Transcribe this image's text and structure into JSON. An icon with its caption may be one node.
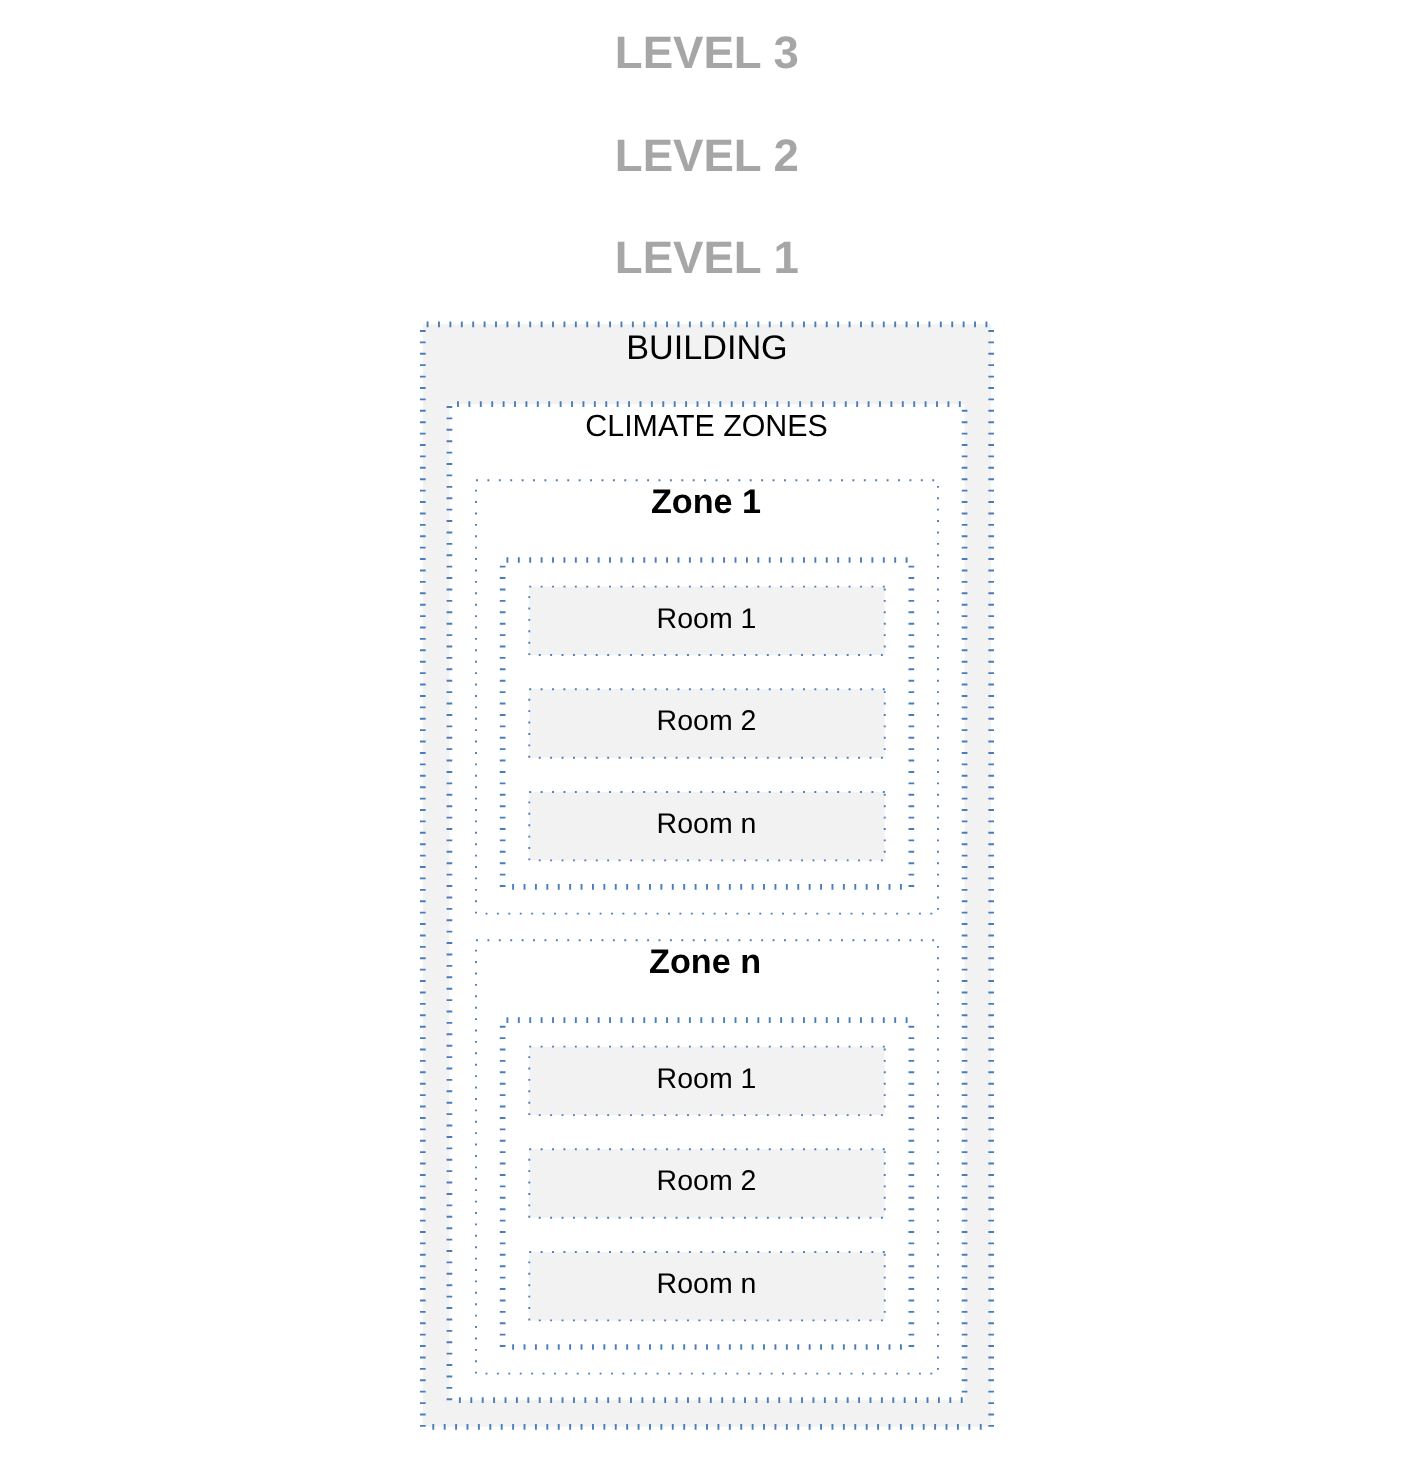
{
  "diagram": {
    "nodes": [
      {
        "text": [
          "BUILDING"
        ]
      },
      {
        "text": [
          "CLIMATE ZONES"
        ],
        "in": 0
      },
      {
        "text": [
          "Zone 1"
        ],
        "in": 1
      },
      {
        "text": [],
        "shape": "box",
        "in": 2
      },
      {
        "text": [
          "Room 1"
        ],
        "in": 3
      },
      {
        "text": [
          "Room 2"
        ],
        "in": 3
      },
      {
        "text": [
          "Room n"
        ],
        "in": 3
      },
      {
        "text": [
          "Zone n"
        ],
        "in": 1
      },
      {
        "text": [],
        "shape": "box",
        "in": 7
      },
      {
        "text": [
          "Room 1"
        ],
        "in": 8
      },
      {
        "text": [
          "Room 2"
        ],
        "in": 8
      },
      {
        "text": [
          "Room n"
        ],
        "in": 8
      }
    ],
    "edges": [],
    "labels": [
      "LEVEL 1",
      "LEVEL 2",
      "LEVEL 3"
    ]
  }
}
